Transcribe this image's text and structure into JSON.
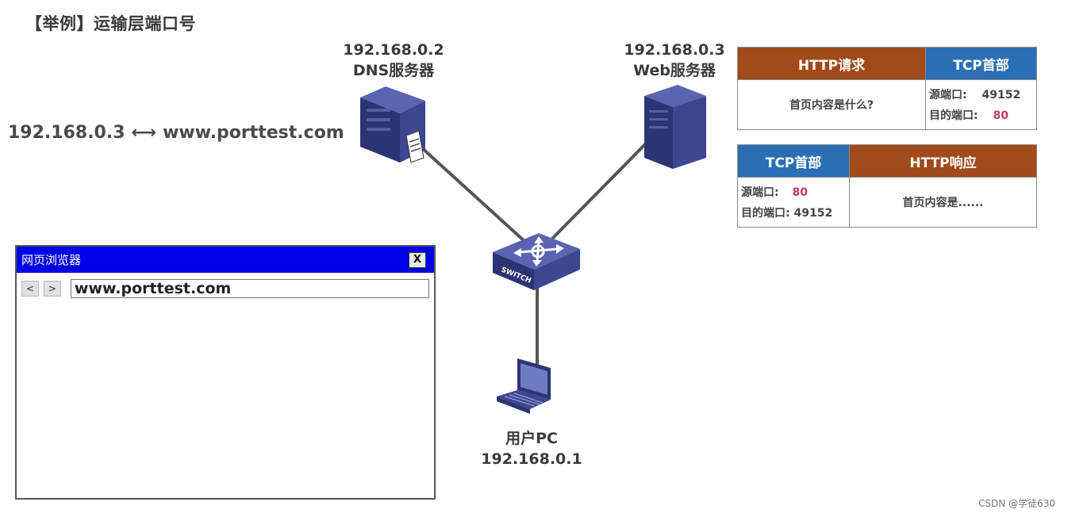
{
  "title": "【举例】运输层端口号",
  "dns_server": {
    "ip": "192.168.0.2",
    "name": "DNS服务器"
  },
  "web_server": {
    "ip": "192.168.0.3",
    "name": "Web服务器"
  },
  "user_pc": {
    "name": "用户PC",
    "ip": "192.168.0.1"
  },
  "switch_label": "SWITCH",
  "dns_mapping": {
    "ip": "192.168.0.3",
    "arrow": "⟷",
    "domain": "www.porttest.com"
  },
  "request_packet": {
    "http_header": "HTTP请求",
    "tcp_header": "TCP首部",
    "content": "首页内容是什么?",
    "src_port_label": "源端口:",
    "src_port": "49152",
    "dst_port_label": "目的端口:",
    "dst_port": "80"
  },
  "response_packet": {
    "tcp_header": "TCP首部",
    "http_header": "HTTP响应",
    "content": "首页内容是......",
    "src_port_label": "源端口:",
    "src_port": "80",
    "dst_port_label": "目的端口:",
    "dst_port": "49152"
  },
  "browser": {
    "title": "网页浏览器",
    "close": "X",
    "back": "<",
    "forward": ">",
    "address": "www.porttest.com"
  },
  "watermark": "CSDN @学徒630",
  "colors": {
    "http_brown": "#a14a1a",
    "tcp_blue": "#2a6fb3",
    "browser_bar": "#0000e6",
    "port_highlight": "#c03a6a"
  }
}
